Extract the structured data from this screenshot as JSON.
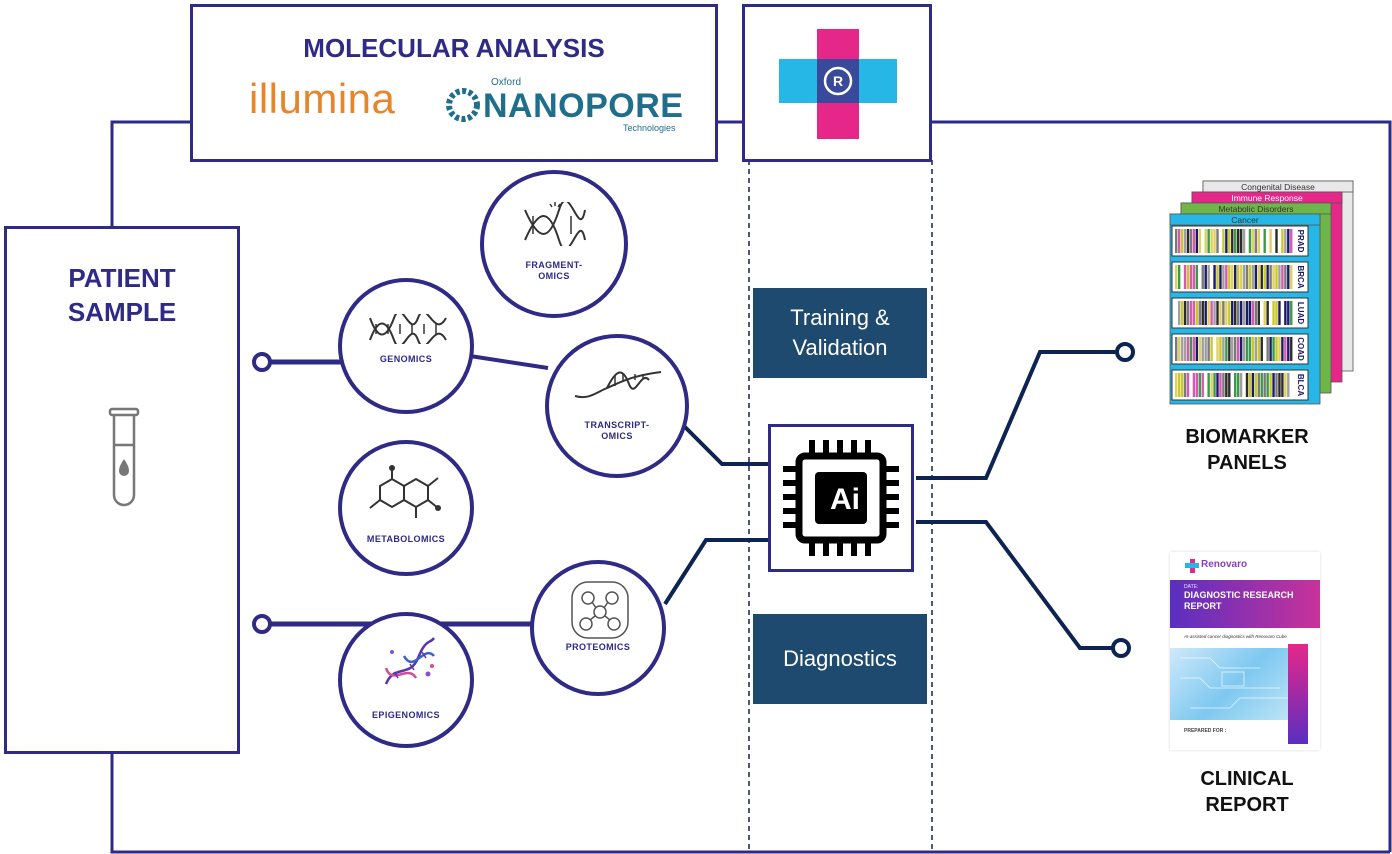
{
  "molecular_analysis": {
    "title": "MOLECULAR ANALYSIS",
    "logos": {
      "illumina": "illumina",
      "nanopore_small": "Oxford",
      "nanopore": "NANOPORE",
      "nanopore_sub": "Technologies"
    }
  },
  "patient_sample": {
    "title": "PATIENT\nSAMPLE",
    "icon": "test-tube-icon"
  },
  "omics": [
    {
      "id": "fragmentomics",
      "label": "FRAGMENT-\nOMICS",
      "icon": "dna-fragment-icon"
    },
    {
      "id": "genomics",
      "label": "GENOMICS",
      "icon": "dna-icon"
    },
    {
      "id": "transcriptomics",
      "label": "TRANSCRIPT-\nOMICS",
      "icon": "rna-strand-icon"
    },
    {
      "id": "metabolomics",
      "label": "METABOLOMICS",
      "icon": "molecule-icon"
    },
    {
      "id": "proteomics",
      "label": "PROTEOMICS",
      "icon": "protein-network-icon"
    },
    {
      "id": "epigenomics",
      "label": "EPIGENOMICS",
      "icon": "dna-methylation-icon"
    }
  ],
  "phases": {
    "training": "Training &\nValidation",
    "diagnostics": "Diagnostics"
  },
  "ai_chip": {
    "label": "Ai",
    "icon": "ai-chip-icon"
  },
  "brand_icon": "renovaro-cross-icon",
  "biomarker": {
    "label": "BIOMARKER\nPANELS",
    "layers": [
      "Congenital Disease",
      "Immune Response",
      "Metabolic Disorders",
      "Cancer"
    ],
    "rows": [
      "PRAD",
      "BRCA",
      "LUAD",
      "COAD",
      "BLCA"
    ]
  },
  "clinical": {
    "label": "CLINICAL\nREPORT",
    "brand": "Renovaro",
    "date_label": "DATE:",
    "report_title": "DIAGNOSTIC RESEARCH\nREPORT",
    "tagline": "AI-assisted cancer diagnostics with Renovaro Cube",
    "prepared": "PREPARED FOR :"
  },
  "colors": {
    "navy": "#2e2a86",
    "dark": "#0d2351",
    "phase_bg": "#1f4a70",
    "pink": "#e6278a",
    "cyan": "#27b7e6"
  }
}
